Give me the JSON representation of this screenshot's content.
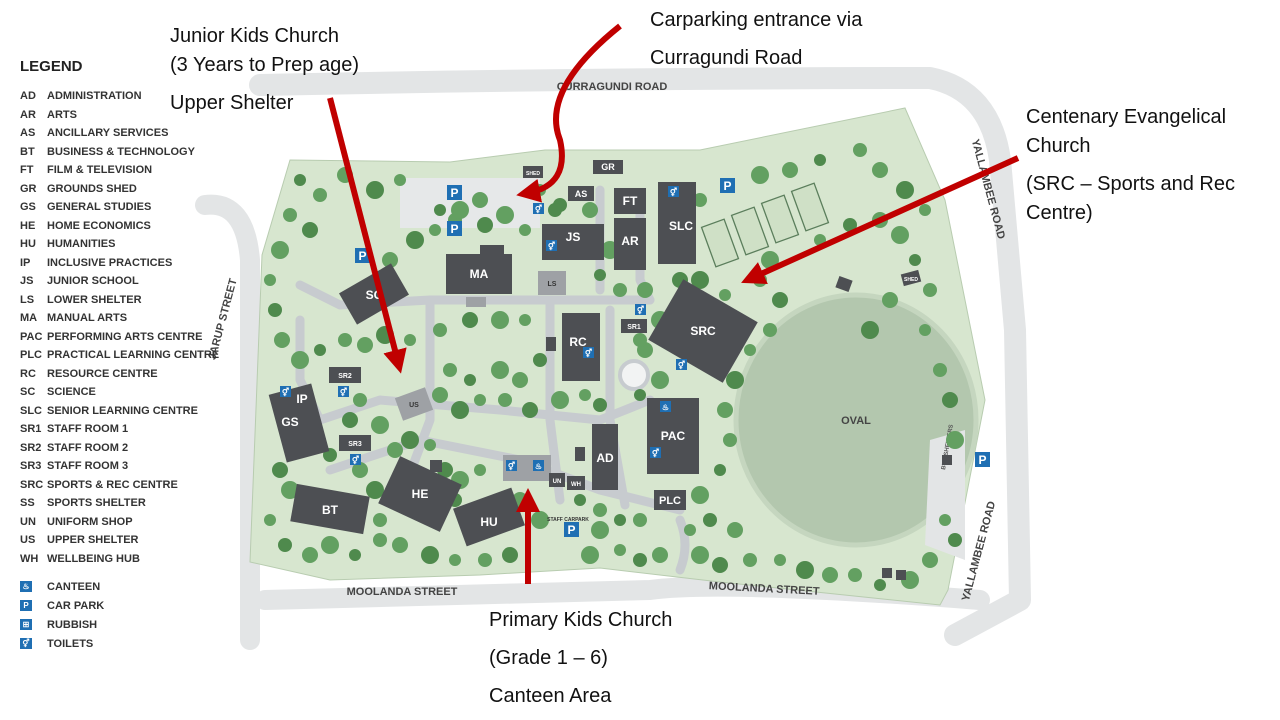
{
  "legend": {
    "title": "LEGEND",
    "items": [
      {
        "code": "AD",
        "label": "ADMINISTRATION"
      },
      {
        "code": "AR",
        "label": "ARTS"
      },
      {
        "code": "AS",
        "label": "ANCILLARY SERVICES"
      },
      {
        "code": "BT",
        "label": "BUSINESS & TECHNOLOGY"
      },
      {
        "code": "FT",
        "label": "FILM & TELEVISION"
      },
      {
        "code": "GR",
        "label": "GROUNDS SHED"
      },
      {
        "code": "GS",
        "label": "GENERAL STUDIES"
      },
      {
        "code": "HE",
        "label": "HOME ECONOMICS"
      },
      {
        "code": "HU",
        "label": "HUMANITIES"
      },
      {
        "code": "IP",
        "label": "INCLUSIVE PRACTICES"
      },
      {
        "code": "JS",
        "label": "JUNIOR SCHOOL"
      },
      {
        "code": "LS",
        "label": "LOWER SHELTER"
      },
      {
        "code": "MA",
        "label": "MANUAL ARTS"
      },
      {
        "code": "PAC",
        "label": "PERFORMING ARTS CENTRE"
      },
      {
        "code": "PLC",
        "label": "PRACTICAL LEARNING CENTRE"
      },
      {
        "code": "RC",
        "label": "RESOURCE CENTRE"
      },
      {
        "code": "SC",
        "label": "SCIENCE"
      },
      {
        "code": "SLC",
        "label": "SENIOR LEARNING CENTRE"
      },
      {
        "code": "SR1",
        "label": "STAFF ROOM 1"
      },
      {
        "code": "SR2",
        "label": "STAFF ROOM 2"
      },
      {
        "code": "SR3",
        "label": "STAFF ROOM 3"
      },
      {
        "code": "SRC",
        "label": "SPORTS & REC CENTRE"
      },
      {
        "code": "SS",
        "label": "SPORTS SHELTER"
      },
      {
        "code": "UN",
        "label": "UNIFORM SHOP"
      },
      {
        "code": "US",
        "label": "UPPER SHELTER"
      },
      {
        "code": "WH",
        "label": "WELLBEING HUB"
      }
    ],
    "symbols": [
      {
        "icon": "canteen-icon",
        "glyph": "♨",
        "label": "CANTEEN"
      },
      {
        "icon": "car-park-icon",
        "glyph": "P",
        "label": "CAR PARK"
      },
      {
        "icon": "rubbish-icon",
        "glyph": "⊞",
        "label": "RUBBISH"
      },
      {
        "icon": "toilets-icon",
        "glyph": "⚥",
        "label": "TOILETS"
      }
    ]
  },
  "callouts": {
    "junior": {
      "line1": "Junior Kids Church",
      "line2": "(3 Years to Prep age)",
      "line3": "Upper Shelter"
    },
    "parking": {
      "line1": "Carparking entrance via",
      "line2": "Curragundi Road"
    },
    "centenary": {
      "line1": "Centenary Evangelical",
      "line2": "Church",
      "line3": "(SRC – Sports and Rec",
      "line4": "Centre)"
    },
    "primary": {
      "line1": "Primary Kids Church",
      "line2": "(Grade 1 – 6)",
      "line3": "Canteen Area"
    }
  },
  "roads": {
    "curragundi": "CURRAGUNDI ROAD",
    "jarup": "JARUP STREET",
    "yallambee_top": "YALLAMBEE ROAD",
    "yallambee_bottom": "YALLAMBEE ROAD",
    "moolanda_left": "MOOLANDA STREET",
    "moolanda_right": "MOOLANDA STREET"
  },
  "map_labels": {
    "oval": "OVAL",
    "staff_carpark": "STAFF CARPARK",
    "bus_shelters": "BUS SHELTERS",
    "shed_top": "SHED",
    "shed_right": "SHED"
  },
  "buildings": {
    "GR": "GR",
    "AS": "AS",
    "FT": "FT",
    "SLC": "SLC",
    "JS": "JS",
    "AR": "AR",
    "MA": "MA",
    "LS": "LS",
    "SC": "SC",
    "SR1": "SR1",
    "RC": "RC",
    "SRC": "SRC",
    "SR2": "SR2",
    "US": "US",
    "IP": "IP",
    "GS": "GS",
    "PAC": "PAC",
    "SR3": "SR3",
    "AD": "AD",
    "UN": "UN",
    "WH": "WH",
    "HE": "HE",
    "BT": "BT",
    "HU": "HU",
    "PLC": "PLC"
  },
  "colors": {
    "grass": "#d7e6cf",
    "building": "#4d4f53",
    "path": "#c7cbcf",
    "road": "#e3e5e6",
    "tree": "#5d9b5b",
    "arrow": "#c00000",
    "icon": "#1f6fb3",
    "oval": "#b3c7ae"
  }
}
